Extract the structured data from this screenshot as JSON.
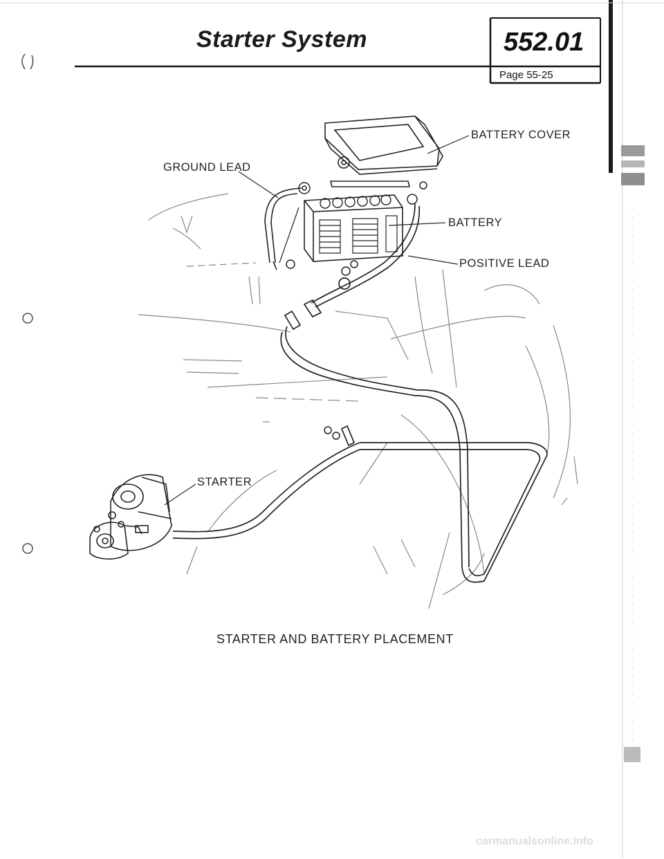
{
  "header": {
    "title": "Starter System",
    "section_number": "552.01",
    "page_ref": "Page 55-25"
  },
  "figure": {
    "labels": {
      "battery_cover": "BATTERY COVER",
      "ground_lead": "GROUND LEAD",
      "battery": "BATTERY",
      "positive_lead": "POSITIVE LEAD",
      "starter": "STARTER"
    },
    "caption": "STARTER AND BATTERY PLACEMENT"
  },
  "footer": {
    "watermark": "carmanualsonline.info"
  }
}
